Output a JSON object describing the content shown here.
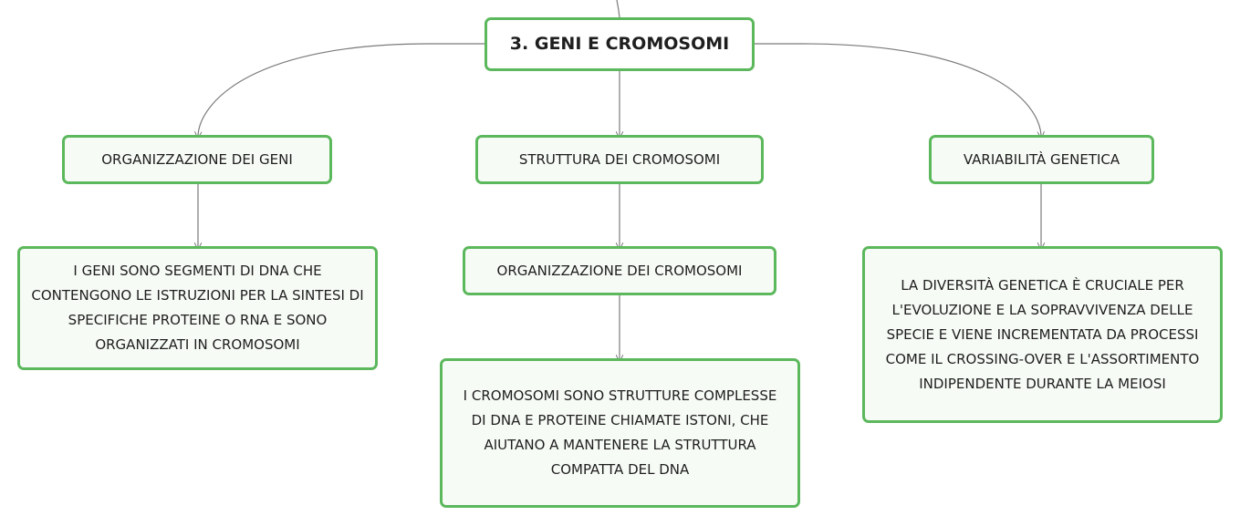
{
  "colors": {
    "node_border": "#5cb85c",
    "node_fill": "#f7fbf6",
    "connector": "#7a7a7a",
    "text": "#1e1e1e"
  },
  "root": {
    "label": "3. GENI E CROMOSOMI"
  },
  "branches": [
    {
      "label": "ORGANIZZAZIONE DEI GENI",
      "children": [
        {
          "label": "I GENI SONO SEGMENTI DI DNA CHE CONTENGONO LE ISTRUZIONI PER LA SINTESI DI SPECIFICHE PROTEINE O RNA E SONO ORGANIZZATI IN CROMOSOMI"
        }
      ]
    },
    {
      "label": "STRUTTURA DEI CROMOSOMI",
      "children": [
        {
          "label": "ORGANIZZAZIONE DEI CROMOSOMI",
          "children": [
            {
              "label": "I CROMOSOMI SONO STRUTTURE COMPLESSE DI DNA E PROTEINE CHIAMATE ISTONI, CHE AIUTANO A MANTENERE LA STRUTTURA COMPATTA DEL DNA"
            }
          ]
        }
      ]
    },
    {
      "label": "VARIABILITÀ GENETICA",
      "children": [
        {
          "label": "LA DIVERSITÀ GENETICA È CRUCIALE PER L'EVOLUZIONE E LA SOPRAVVIVENZA DELLE SPECIE E VIENE INCREMENTATA DA PROCESSI COME IL CROSSING-OVER E L'ASSORTIMENTO INDIPENDENTE DURANTE LA MEIOSI"
        }
      ]
    }
  ]
}
